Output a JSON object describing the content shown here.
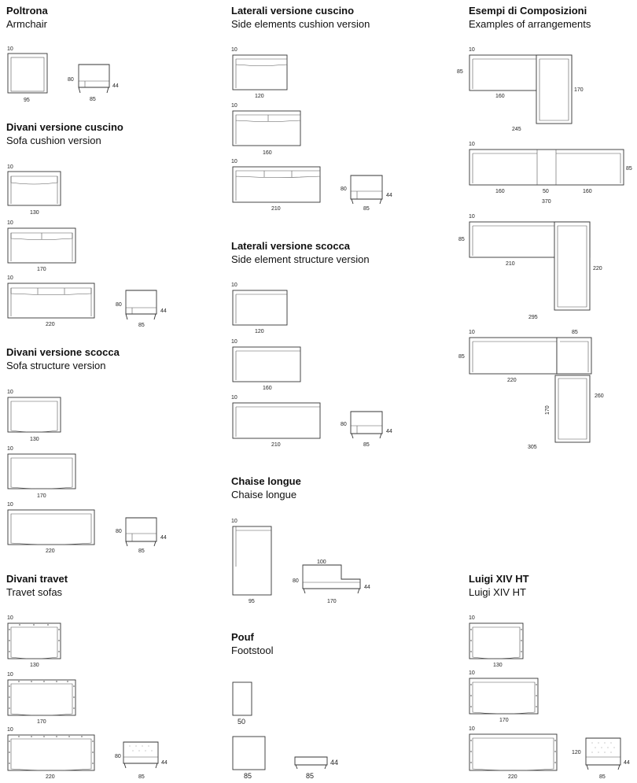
{
  "sections": {
    "poltrona": {
      "it": "Poltrona",
      "en": "Armchair"
    },
    "divani_cuscino": {
      "it": "Divani versione cuscino",
      "en": "Sofa cushion version"
    },
    "divani_scocca": {
      "it": "Divani versione scocca",
      "en": "Sofa structure version"
    },
    "divani_travet": {
      "it": "Divani travet",
      "en": "Travet sofas"
    },
    "laterali_cuscino": {
      "it": "Laterali versione cuscino",
      "en": "Side elements cushion version"
    },
    "laterali_scocca": {
      "it": "Laterali versione scocca",
      "en": "Side element structure version"
    },
    "chaise": {
      "it": "Chaise longue",
      "en": "Chaise longue"
    },
    "pouf": {
      "it": "Pouf",
      "en": "Footstool"
    },
    "composizioni": {
      "it": "Esempi di Composizioni",
      "en": "Examples of arrangements"
    },
    "luigi": {
      "it": "Luigi XIV HT",
      "en": "Luigi XIV HT"
    }
  },
  "dims": {
    "arm_thickness": "10",
    "armchair_width": "95",
    "side_depth": "85",
    "side_height": "80",
    "seat_height": "44",
    "sofa_widths": [
      "130",
      "170",
      "220"
    ],
    "lateral_widths": [
      "120",
      "160",
      "210"
    ],
    "chaise_width": "95",
    "chaise_length": "170",
    "chaise_back": "100",
    "pouf_small": "50",
    "pouf_large": "85",
    "luigi_height": "120",
    "comp1": {
      "w1": "160",
      "total": "245",
      "depth": "85",
      "length": "170"
    },
    "comp2": {
      "w1": "160",
      "center": "50",
      "w2": "160",
      "total": "370",
      "depth": "85"
    },
    "comp3": {
      "w1": "210",
      "total": "295",
      "depth": "85",
      "length": "220"
    },
    "comp4": {
      "w1": "220",
      "corner": "85",
      "total": "305",
      "depth": "85",
      "length1": "170",
      "length2": "260"
    }
  }
}
